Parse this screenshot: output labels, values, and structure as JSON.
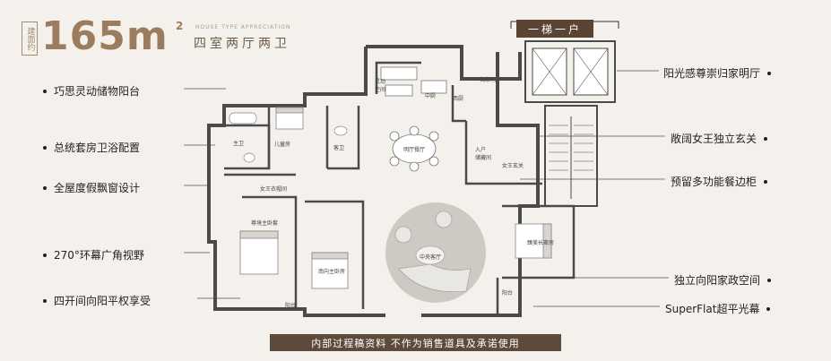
{
  "header": {
    "area_badge": "建面约",
    "area_value": "165m",
    "area_sup": "2",
    "english_subtitle": "HOUSE TYPE APPRECIATION",
    "type_title": "四室两厅两卫"
  },
  "lift_badge": "一梯一户",
  "features_left": [
    "巧思灵动储物阳台",
    "总统套房卫浴配置",
    "全屋度假飘窗设计",
    "270°环幕广角视野",
    "四开间向阳平权享受"
  ],
  "features_right": [
    "阳光感尊崇归家明厅",
    "敞阔女王独立玄关",
    "预留多功能餐边柜",
    "独立向阳家政空间",
    "SuperFlat超平光幕"
  ],
  "rooms": {
    "laundry": "灵动\n空间",
    "kitchen": "中厨",
    "western_kitchen": "西厨",
    "return_hall": "归家明厅",
    "dining": "明厅餐厅",
    "children": "儿童房",
    "guest_bath": "客卫",
    "master_bath": "主卫",
    "queen_closet": "女王衣帽间",
    "master_bedroom": "尊境主卧套",
    "secondary_bedroom": "南向主卧房",
    "living": "中央客厅",
    "entry_storage": "入户\n储藏间",
    "queen_foyer": "女王玄关",
    "elder_room": "臻美长辈房",
    "balcony": "阳台",
    "terrace": "阳台"
  },
  "footer_note": "内部过程稿资料  不作为销售道具及承诺使用",
  "colors": {
    "background": "#f4f1ec",
    "accent_gold": "#9b7c5e",
    "brown_bar": "#5d4a3a",
    "wall": "#4a4a4a"
  }
}
